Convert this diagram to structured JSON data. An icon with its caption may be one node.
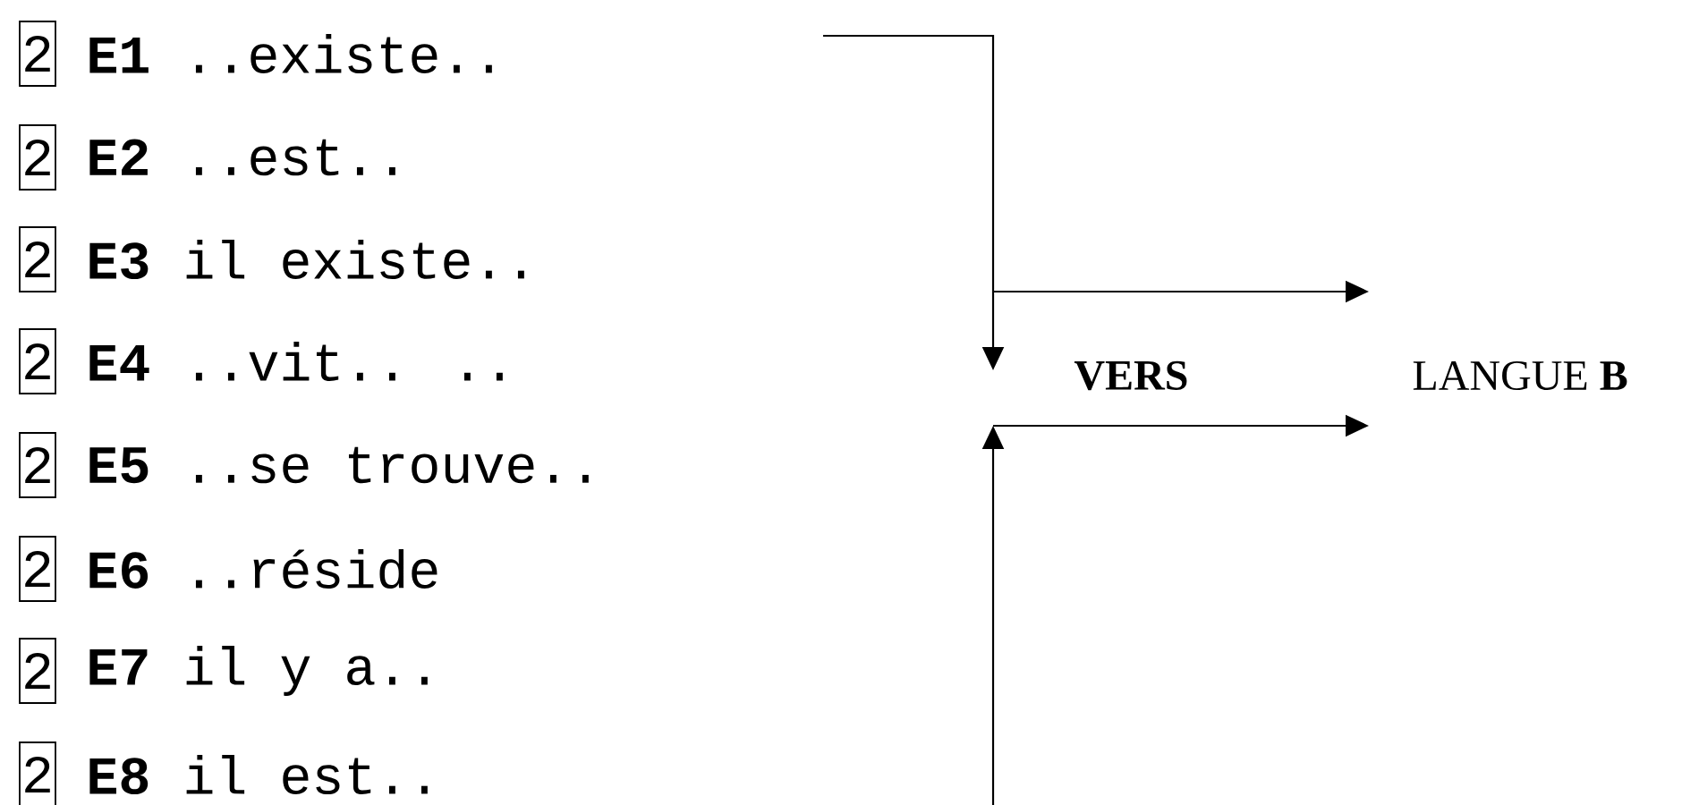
{
  "diagram": {
    "nodes": [
      {
        "text": [
          "2"
        ]
      },
      {
        "text": [
          "2"
        ]
      },
      {
        "text": [
          "2"
        ]
      },
      {
        "text": [
          "2"
        ]
      },
      {
        "text": [
          "2"
        ]
      },
      {
        "text": [
          "2"
        ]
      },
      {
        "text": [
          "2"
        ]
      },
      {
        "text": [
          "2"
        ]
      },
      {
        "text": [
          "VERS"
        ]
      },
      {
        "text": [
          "LANGUE **B**"
        ]
      }
    ],
    "edges": [
      {
        "from": null,
        "to": 8,
        "arrow": "to"
      },
      {
        "from": null,
        "to": 9,
        "arrow": "to"
      },
      {
        "from": null,
        "to": 8,
        "arrow": "to"
      },
      {
        "from": null,
        "to": 9,
        "arrow": "to"
      }
    ],
    "labels": [
      "**E1** ..existe..",
      "**E2** ..est..",
      "**E3** il existe..",
      "**E4** ..vit.. ..",
      "**E5** ..se trouve..",
      "**E6** ..réside",
      "**E7** il y a..",
      "**E8** il est.."
    ]
  }
}
